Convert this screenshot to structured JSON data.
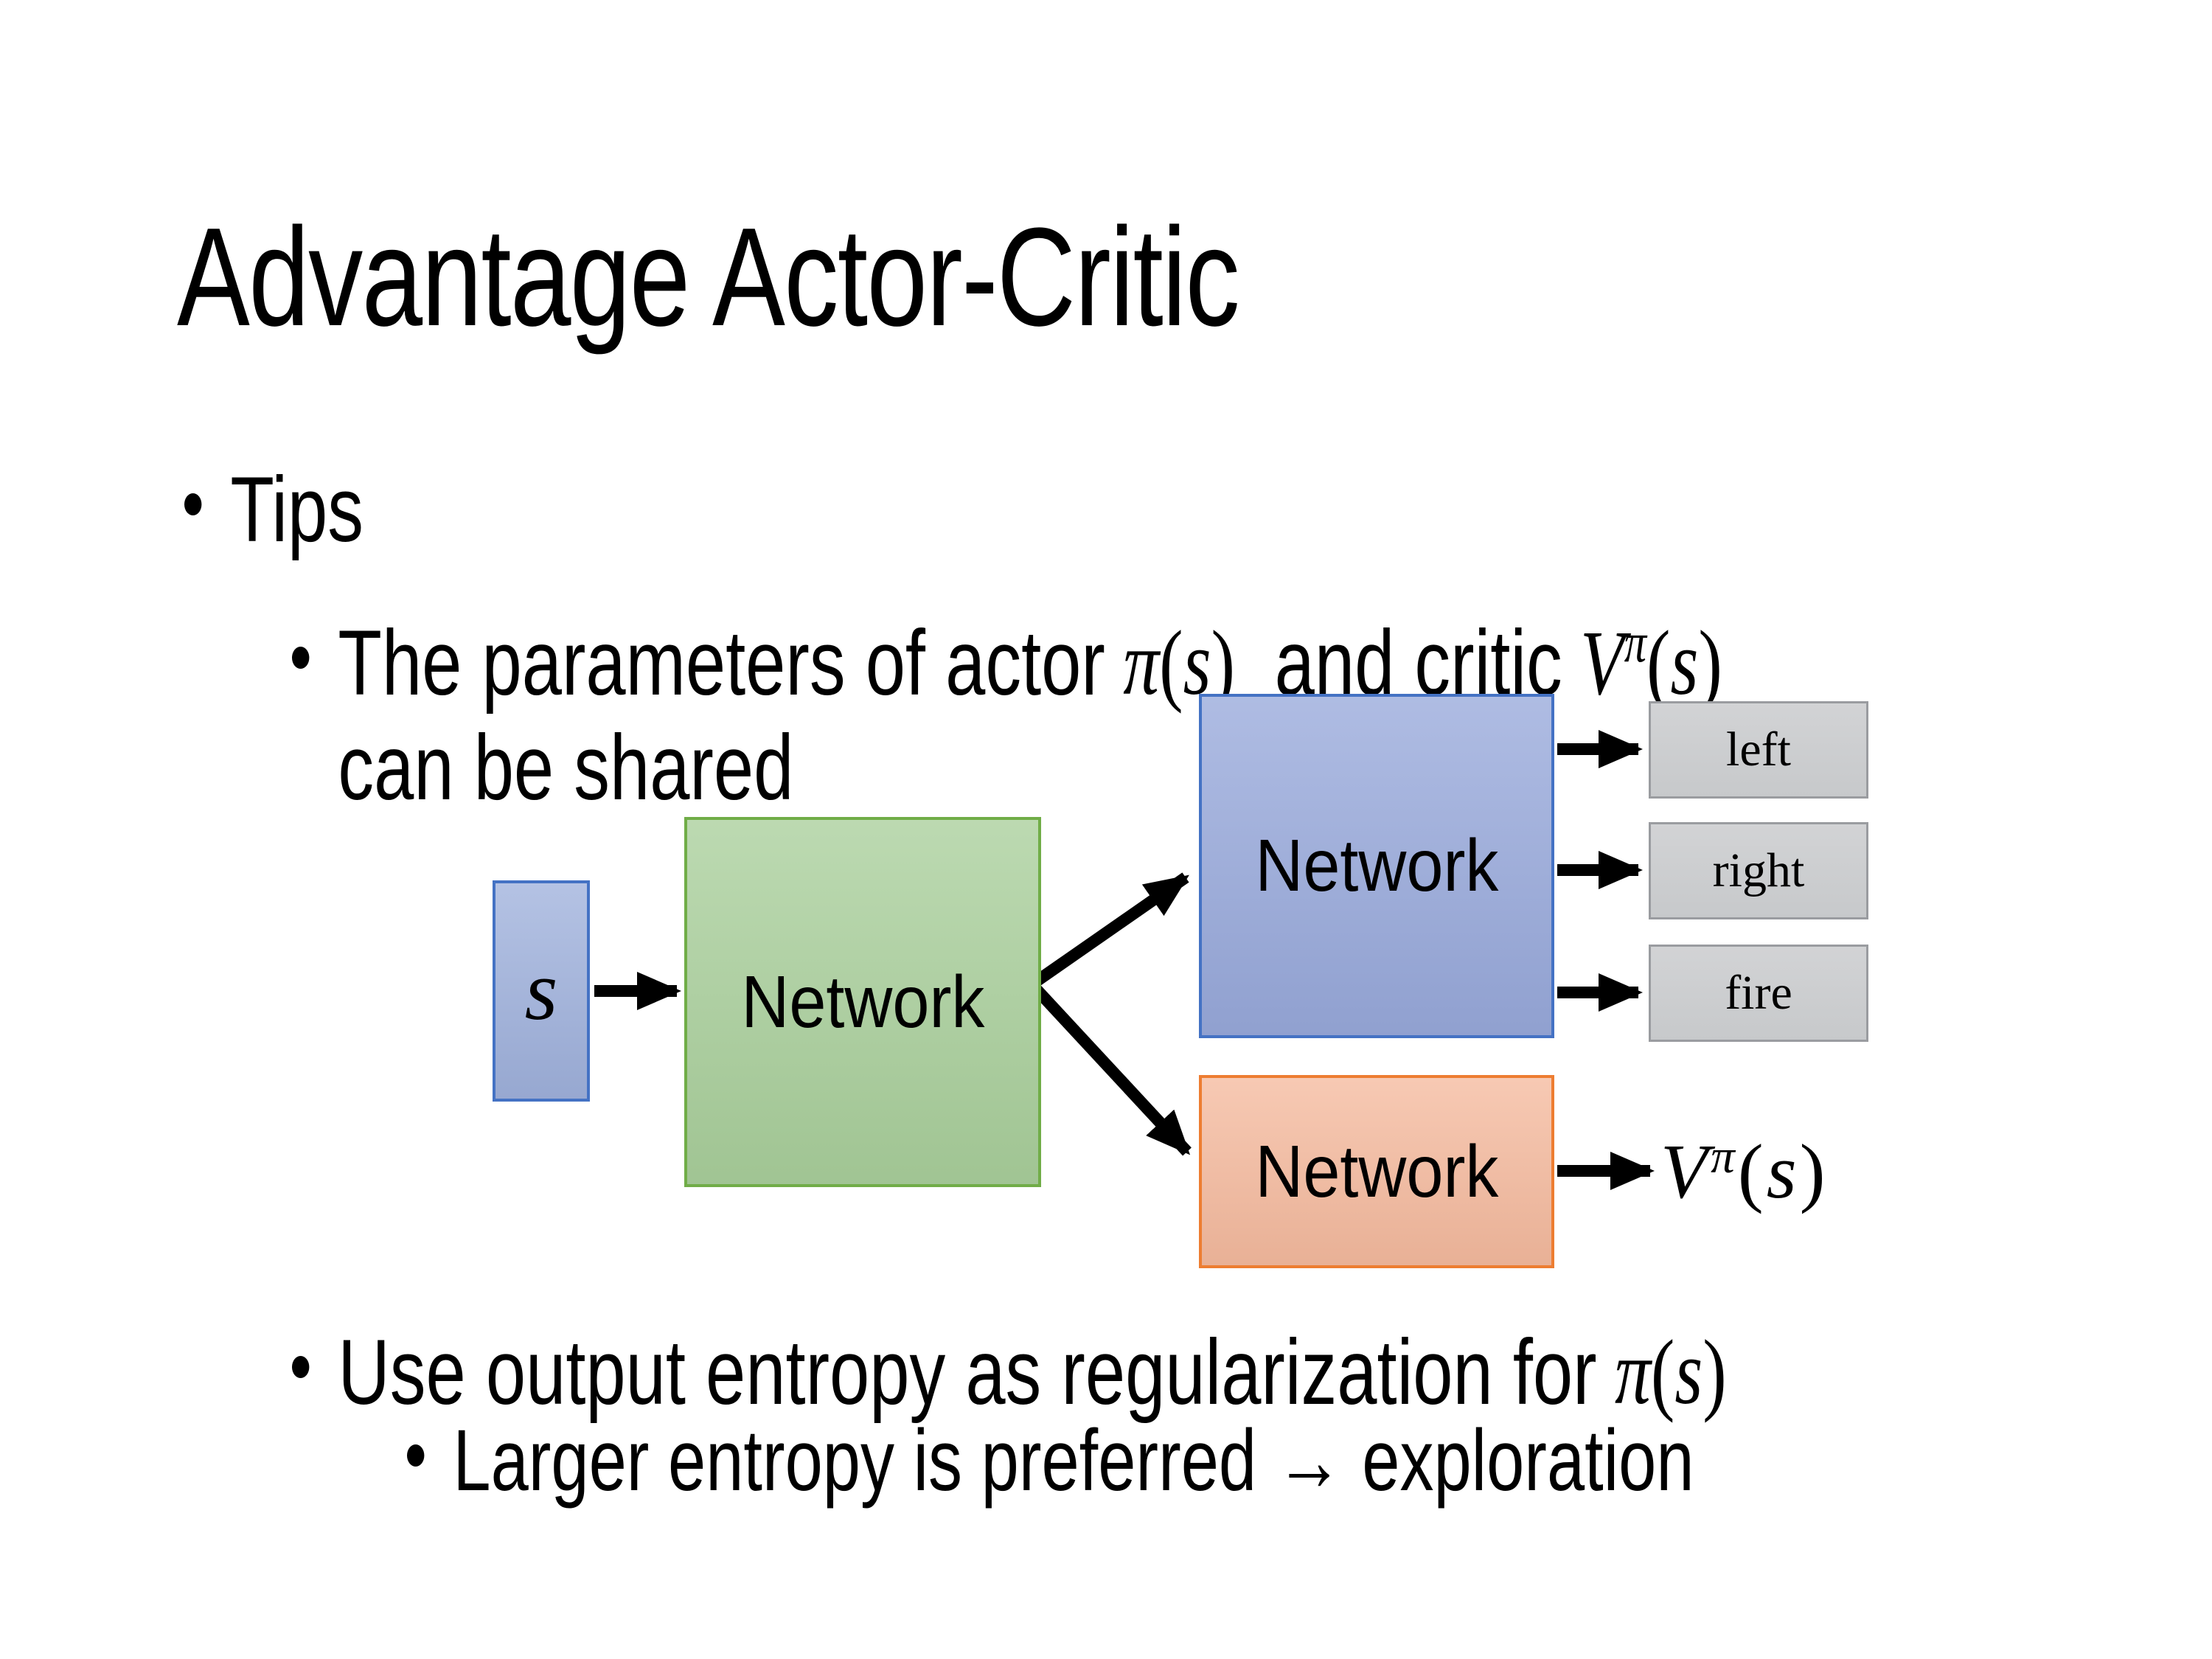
{
  "title": "Advantage Actor-Critic",
  "bullets": {
    "dot": "•",
    "tips": "Tips",
    "param_line": {
      "before": "The parameters of actor",
      "and_critic": "and critic",
      "line2": "can be shared"
    },
    "entropy_line": {
      "before": "Use output entropy as regularization for"
    },
    "larger_line": {
      "text": "Larger entropy is preferred → exploration"
    }
  },
  "math": {
    "pi": "π",
    "V": "V",
    "s": "s",
    "lp": "(",
    "rp": ")"
  },
  "diagram": {
    "state_label": "s",
    "shared_network_label": "Network",
    "actor_network_label": "Network",
    "critic_network_label": "Network",
    "actions": [
      "left",
      "right",
      "fire"
    ],
    "colors": {
      "state_fill": "#9FB1DC",
      "state_border": "#4472C4",
      "shared_fill": "#A9CF9B",
      "shared_border": "#70AD47",
      "actor_fill": "#98A9DB",
      "actor_border": "#4472C4",
      "critic_fill": "#F5BA9E",
      "critic_border": "#ED7D31",
      "action_fill": "#D2D3D5",
      "action_fill_2": "#C7C9CB",
      "action_border": "#9A9CA0",
      "arrow": "#000000"
    }
  }
}
